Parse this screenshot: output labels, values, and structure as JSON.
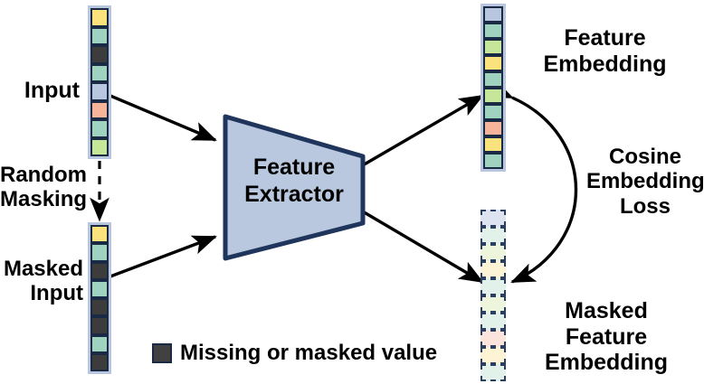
{
  "figure": {
    "title": "Masked feature embedding self-supervised learning schematic",
    "background": "#ffffff"
  },
  "palette": {
    "yellow": "#fae27c",
    "teal": "#9fd3bf",
    "green": "#c6e79a",
    "blue": "#b9c6e0",
    "salmon": "#f7b49a",
    "dark": "#3c3c3c",
    "outline": "#1b2a44",
    "trapezoid_fill": "#b9c8de",
    "trapezoid_stroke": "#20355c",
    "arrow": "#000000",
    "faded_yellow": "#fdf4d5",
    "faded_teal": "#e2f1ea",
    "faded_green": "#edf6dd",
    "faded_blue": "#dde3f0",
    "faded_salmon": "#fbe4dc",
    "dashed_outline": "#2b3f63"
  },
  "labels": {
    "input": "Input",
    "random_masking": "Random\nMasking",
    "masked_input": "Masked\nInput",
    "feature_extractor": "Feature\nExtractor",
    "feature_embedding": "Feature\nEmbedding",
    "cosine_embedding_loss": "Cosine\nEmbedding\nLoss",
    "masked_feature_embedding": "Masked\nFeature\nEmbedding"
  },
  "legend": {
    "label": "Missing or masked value",
    "swatch_color": "#414141"
  },
  "vectors": {
    "input": {
      "name": "Input",
      "cell_count": 8,
      "cells": [
        {
          "index": 0,
          "color": "#fae27c",
          "state": "value"
        },
        {
          "index": 1,
          "color": "#9fd3bf",
          "state": "value"
        },
        {
          "index": 2,
          "color": "#3c3c3c",
          "state": "missing"
        },
        {
          "index": 3,
          "color": "#9fd3bf",
          "state": "value"
        },
        {
          "index": 4,
          "color": "#b9c6e0",
          "state": "value"
        },
        {
          "index": 5,
          "color": "#f7b49a",
          "state": "value"
        },
        {
          "index": 6,
          "color": "#9fd3bf",
          "state": "value"
        },
        {
          "index": 7,
          "color": "#c6e79a",
          "state": "value"
        }
      ]
    },
    "masked_input": {
      "name": "Masked Input",
      "cell_count": 8,
      "cells": [
        {
          "index": 0,
          "color": "#fae27c",
          "state": "value"
        },
        {
          "index": 1,
          "color": "#9fd3bf",
          "state": "value"
        },
        {
          "index": 2,
          "color": "#3c3c3c",
          "state": "masked"
        },
        {
          "index": 3,
          "color": "#9fd3bf",
          "state": "value"
        },
        {
          "index": 4,
          "color": "#3c3c3c",
          "state": "masked"
        },
        {
          "index": 5,
          "color": "#3c3c3c",
          "state": "masked"
        },
        {
          "index": 6,
          "color": "#9fd3bf",
          "state": "value"
        },
        {
          "index": 7,
          "color": "#3c3c3c",
          "state": "masked"
        }
      ]
    },
    "feature_embedding": {
      "name": "Feature Embedding",
      "cell_count": 10,
      "cells": [
        {
          "index": 0,
          "color": "#b9c6e0",
          "state": "value"
        },
        {
          "index": 1,
          "color": "#9fd3bf",
          "state": "value"
        },
        {
          "index": 2,
          "color": "#c6e79a",
          "state": "value"
        },
        {
          "index": 3,
          "color": "#fae27c",
          "state": "value"
        },
        {
          "index": 4,
          "color": "#9fd3bf",
          "state": "value"
        },
        {
          "index": 5,
          "color": "#c6e79a",
          "state": "value"
        },
        {
          "index": 6,
          "color": "#9fd3bf",
          "state": "value"
        },
        {
          "index": 7,
          "color": "#f7b49a",
          "state": "value"
        },
        {
          "index": 8,
          "color": "#fae27c",
          "state": "value"
        },
        {
          "index": 9,
          "color": "#9fd3bf",
          "state": "value"
        }
      ]
    },
    "masked_feature_embedding": {
      "name": "Masked Feature Embedding",
      "cell_count": 10,
      "style": "dashed",
      "cells": [
        {
          "index": 0,
          "color": "#dde3f0",
          "state": "value"
        },
        {
          "index": 1,
          "color": "#e2f1ea",
          "state": "value"
        },
        {
          "index": 2,
          "color": "#edf6dd",
          "state": "value"
        },
        {
          "index": 3,
          "color": "#fdf4d5",
          "state": "value"
        },
        {
          "index": 4,
          "color": "#e2f1ea",
          "state": "value"
        },
        {
          "index": 5,
          "color": "#edf6dd",
          "state": "value"
        },
        {
          "index": 6,
          "color": "#e2f1ea",
          "state": "value"
        },
        {
          "index": 7,
          "color": "#fbe4dc",
          "state": "value"
        },
        {
          "index": 8,
          "color": "#fdf4d5",
          "state": "value"
        },
        {
          "index": 9,
          "color": "#e2f1ea",
          "state": "value"
        }
      ]
    }
  },
  "connections": [
    {
      "id": "input-to-extractor",
      "from": "Input",
      "to": "Feature Extractor",
      "style": "solid-arrow"
    },
    {
      "id": "masking",
      "from": "Input",
      "to": "Masked Input",
      "style": "dashed-arrow",
      "label": "Random Masking"
    },
    {
      "id": "masked-input-to-extractor",
      "from": "Masked Input",
      "to": "Feature Extractor",
      "style": "solid-arrow"
    },
    {
      "id": "extractor-to-feature-embedding",
      "from": "Feature Extractor",
      "to": "Feature Embedding",
      "style": "solid-arrow"
    },
    {
      "id": "extractor-to-masked-feature-embedding",
      "from": "Feature Extractor",
      "to": "Masked Feature Embedding",
      "style": "solid-arrow"
    },
    {
      "id": "cosine-loss-arc",
      "from": "Feature Embedding",
      "to": "Masked Feature Embedding",
      "style": "curved-double-arrow",
      "label": "Cosine Embedding Loss"
    }
  ]
}
